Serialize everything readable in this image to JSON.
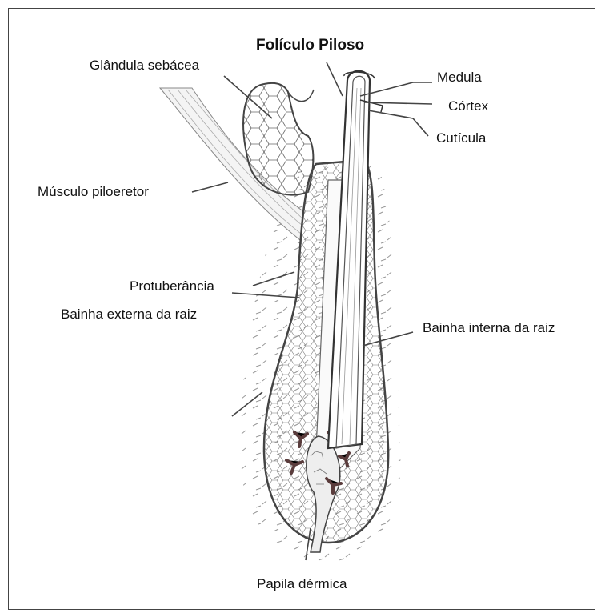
{
  "title": "Folículo Piloso",
  "labels": {
    "glandula": "Glândula sebácea",
    "medula": "Medula",
    "cortex": "Córtex",
    "cuticula": "Cutícula",
    "musculo": "Músculo piloeretor",
    "protuberancia": "Protuberância",
    "bainha_externa": "Bainha externa da raiz",
    "bainha_interna": "Bainha interna da raiz",
    "papila": "Papila dérmica"
  }
}
